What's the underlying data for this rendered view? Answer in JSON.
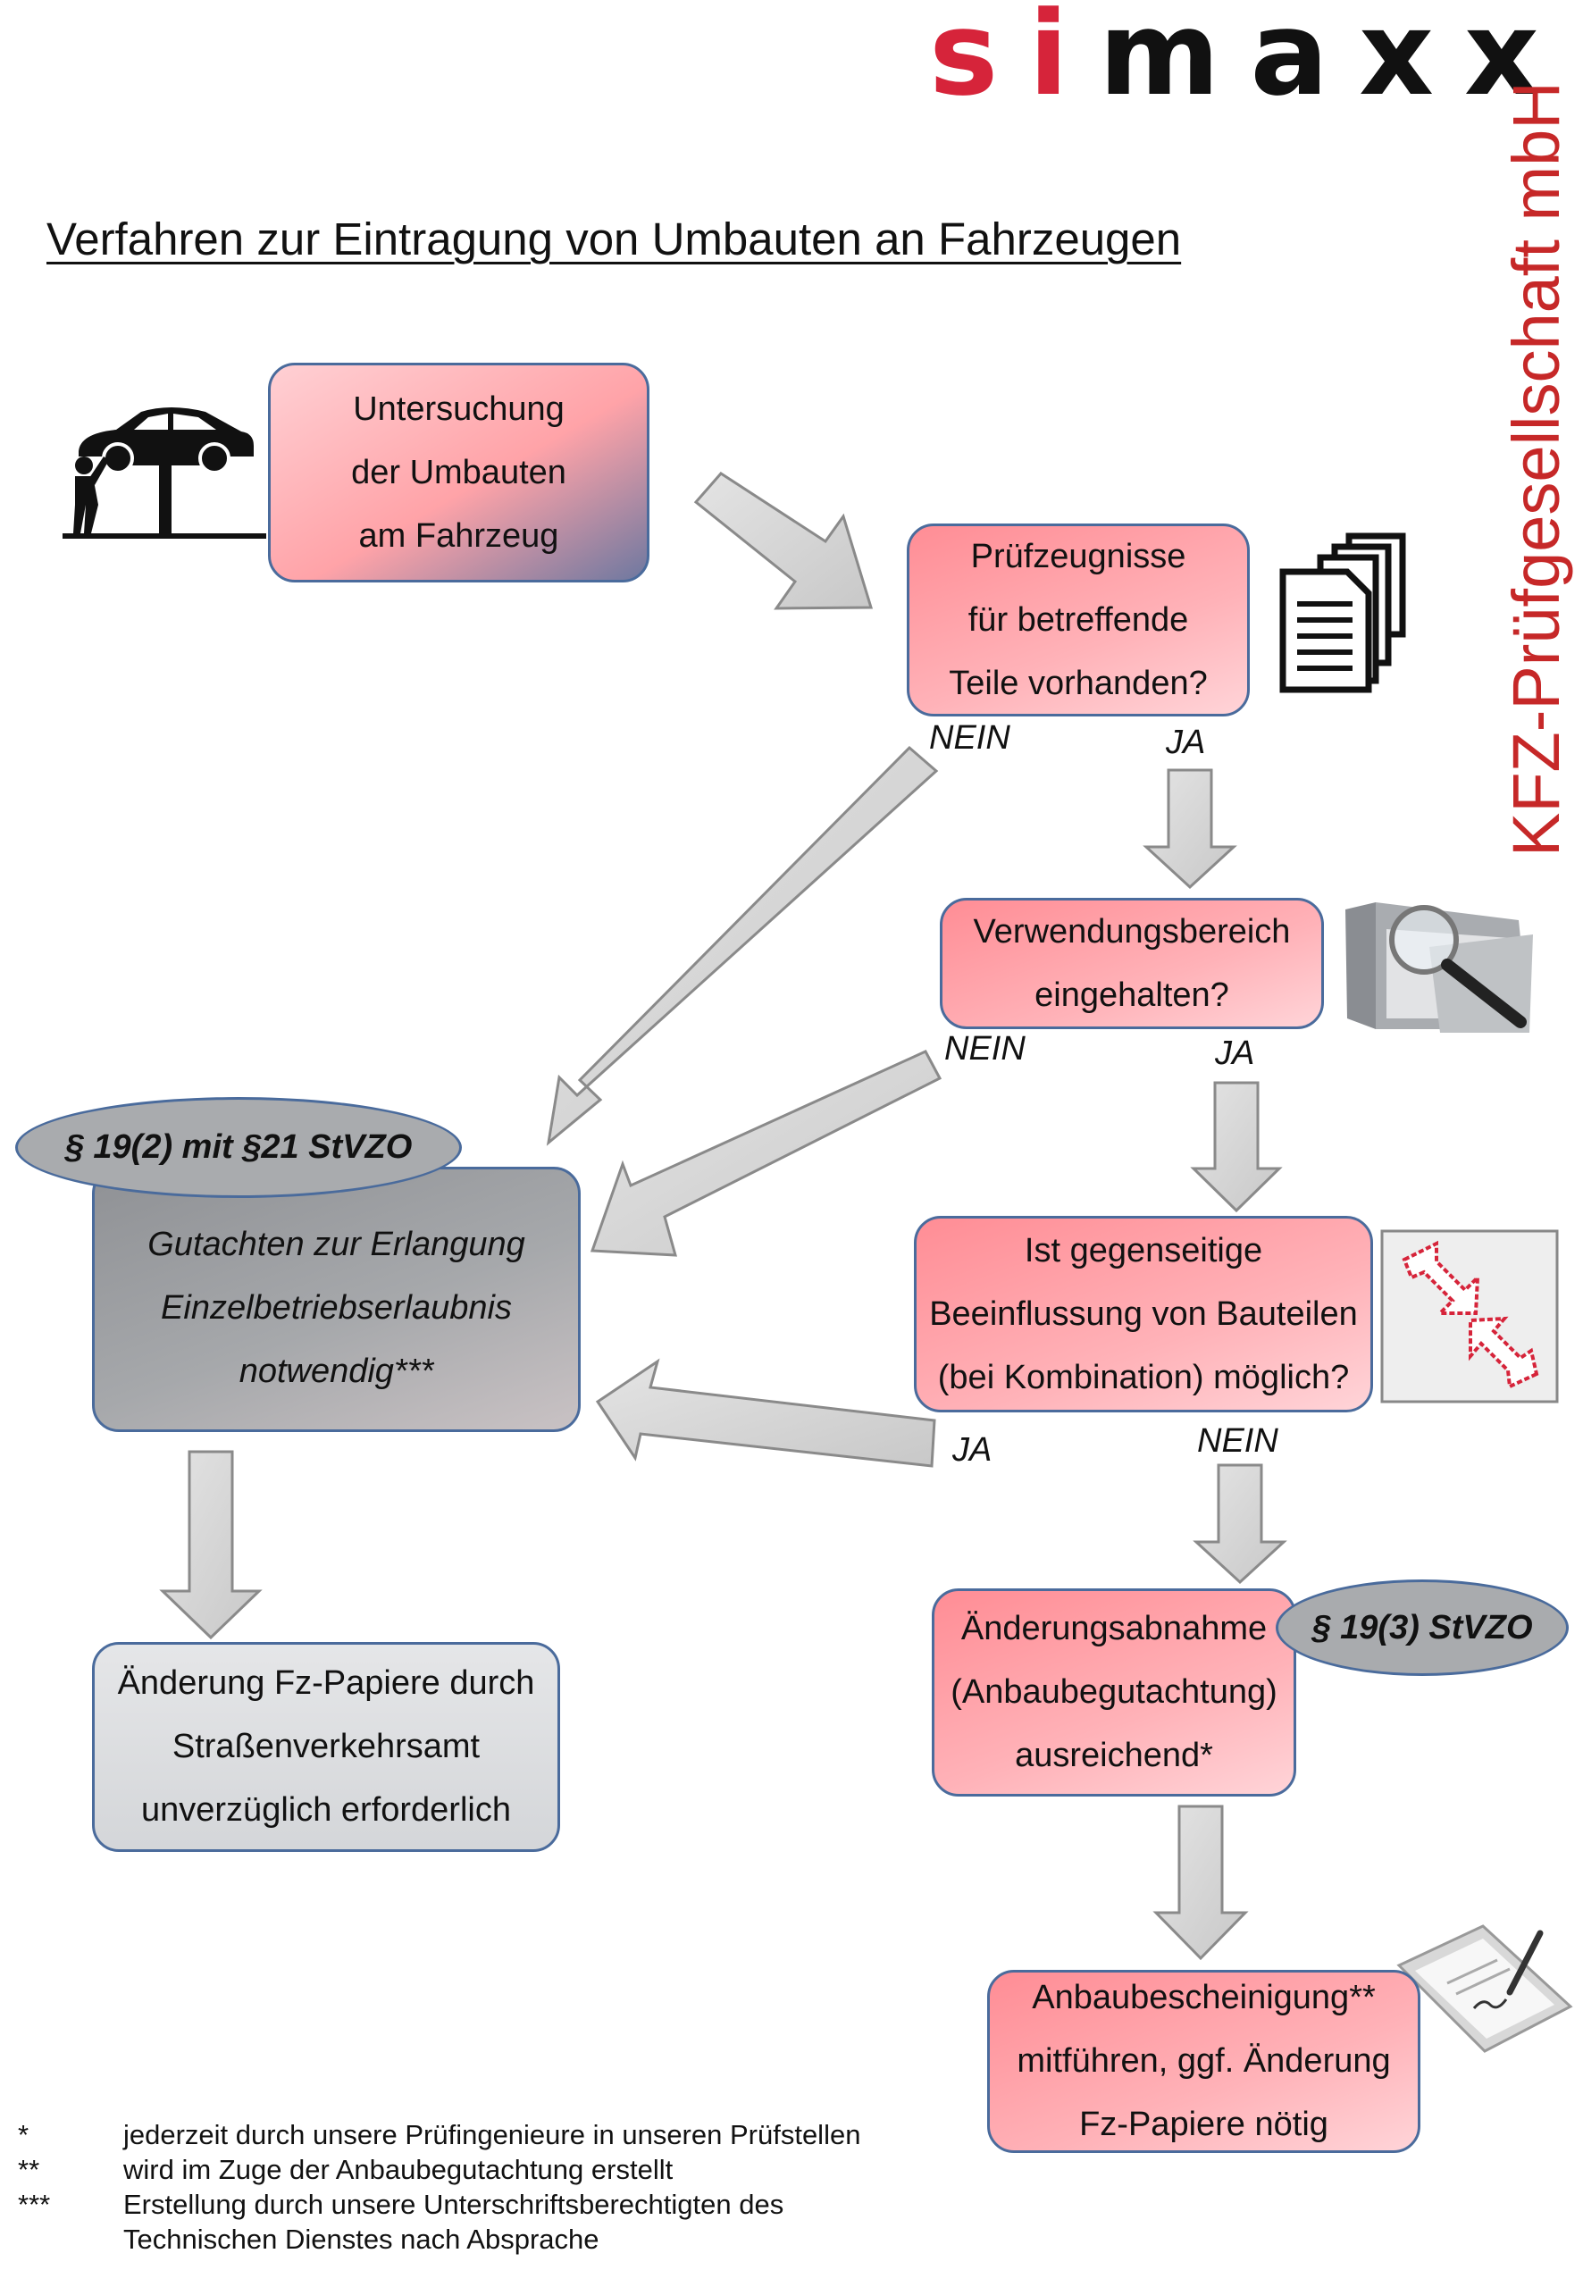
{
  "logo": {
    "letters": [
      "s",
      "i",
      "m",
      "a",
      "x",
      "x"
    ],
    "subtitle": "KFZ-Prüfgesellschaft mbH"
  },
  "title": "Verfahren zur Eintragung von Umbauten an Fahrzeugen",
  "nodes": {
    "untersuchung": [
      "Untersuchung",
      "der Umbauten",
      "am Fahrzeug"
    ],
    "pruefzeugnisse": [
      "Prüfzeugnisse",
      "für betreffende",
      "Teile vorhanden?"
    ],
    "verwendungsbereich": [
      "Verwendungsbereich",
      "eingehalten?"
    ],
    "beeinflussung": [
      "Ist gegenseitige",
      "Beeinflussung von Bauteilen",
      "(bei Kombination)  möglich?"
    ],
    "gutachten": [
      "Gutachten zur Erlangung",
      "Einzelbetriebserlaubnis",
      "notwendig***"
    ],
    "aenderung_papiere": [
      "Änderung Fz-Papiere durch",
      "Straßenverkehrsamt",
      "unverzüglich erforderlich"
    ],
    "aenderungsabnahme": [
      "Änderungsabnahme",
      "(Anbaubegutachtung)",
      "ausreichend*"
    ],
    "anbaubescheinigung": [
      "Anbaubescheinigung**",
      "mitführen, ggf. Änderung",
      "Fz-Papiere nötig"
    ]
  },
  "ovals": {
    "stvzo_19_2": "§ 19(2) mit §21 StVZO",
    "stvzo_19_3": "§ 19(3) StVZO"
  },
  "labels": {
    "nein_1": "NEIN",
    "ja_1": "JA",
    "nein_2": "NEIN",
    "ja_2": "JA",
    "ja_3": "JA",
    "nein_3": "NEIN"
  },
  "icons": [
    "car-lift-mechanic-icon",
    "documents-stack-icon",
    "folder-magnifier-icon",
    "arrows-interaction-icon",
    "signature-clipboard-icon"
  ],
  "footnotes": [
    {
      "mark": "*",
      "text": "jederzeit durch unsere Prüfingenieure in unseren Prüfstellen"
    },
    {
      "mark": "**",
      "text": "wird im Zuge der Anbaubegutachtung erstellt"
    },
    {
      "mark": "***",
      "text": "Erstellung durch unsere Unterschriftsberechtigten des"
    },
    {
      "mark": "",
      "text": "Technischen Dienstes nach Absprache"
    }
  ],
  "colors": {
    "brand_red": "#d6243a",
    "box_border": "#4a6b9c",
    "arrow_fill": "#dcdcdc"
  }
}
